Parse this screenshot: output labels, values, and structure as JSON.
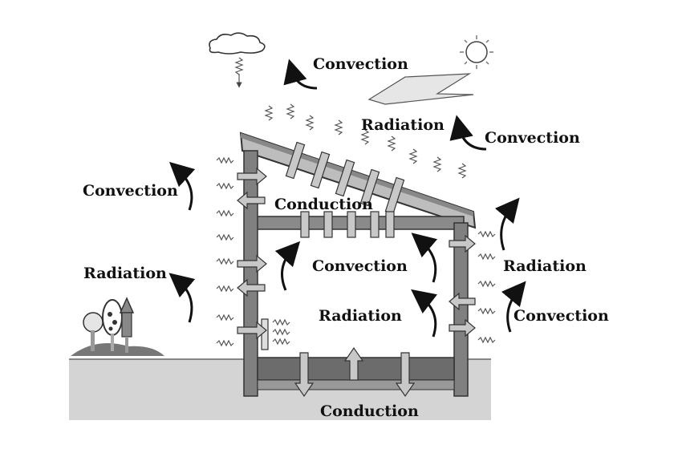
{
  "labels": {
    "convection_top": "Convection",
    "radiation_top": "Radiation",
    "convection_top_right": "Convection",
    "convection_left": "Convection",
    "conduction_roof": "Conduction",
    "convection_inside": "Convection",
    "radiation_left": "Radiation",
    "radiation_right": "Radiation",
    "radiation_inside": "Radiation",
    "convection_right": "Convection",
    "conduction_bottom": "Conduction"
  },
  "colors": {
    "wall": "#7a7a7a",
    "wall_dark": "#555555",
    "ground": "#d4d4d4",
    "arrow": "#c8c8c8",
    "ink": "#111111"
  },
  "icons": [
    "cloud-icon",
    "sun-icon",
    "tree-icon",
    "shrub-icon"
  ]
}
